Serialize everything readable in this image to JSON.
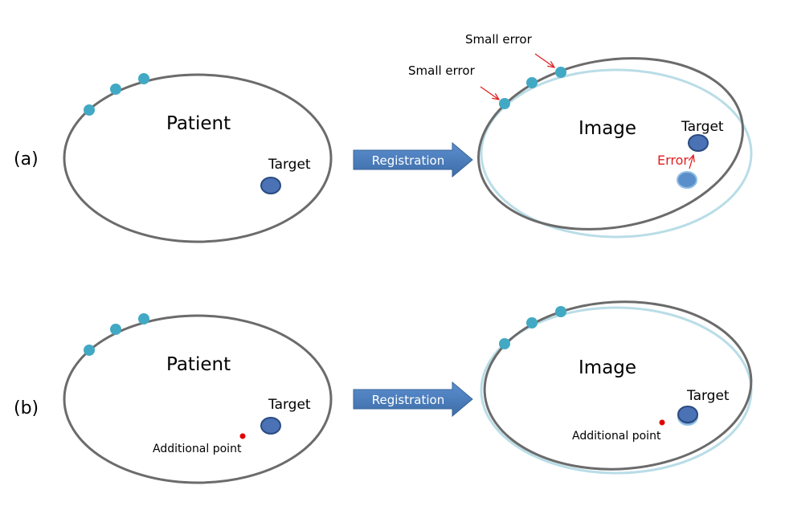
{
  "panel_a": {
    "label": "(a)",
    "patient_label": "Patient",
    "target_label": "Target",
    "arrow_label": "Registration",
    "image_label": "Image",
    "image_target_label": "Target",
    "small_error_label_1": "Small error",
    "small_error_label_2": "Small error",
    "error_label": "Error"
  },
  "panel_b": {
    "label": "(b)",
    "patient_label": "Patient",
    "target_label": "Target",
    "additional_point_label": "Additional point",
    "arrow_label": "Registration",
    "image_label": "Image",
    "image_target_label": "Target",
    "image_additional_point_label": "Additional point"
  },
  "colors": {
    "outline": "#6b6b6b",
    "light_outline": "#b9dde7",
    "marker": "#42a9c4",
    "target": "#4a72b4",
    "target_stroke": "#2a4a80",
    "error": "#e02020",
    "point": "#e00000",
    "arrow": "#4f81bd"
  }
}
